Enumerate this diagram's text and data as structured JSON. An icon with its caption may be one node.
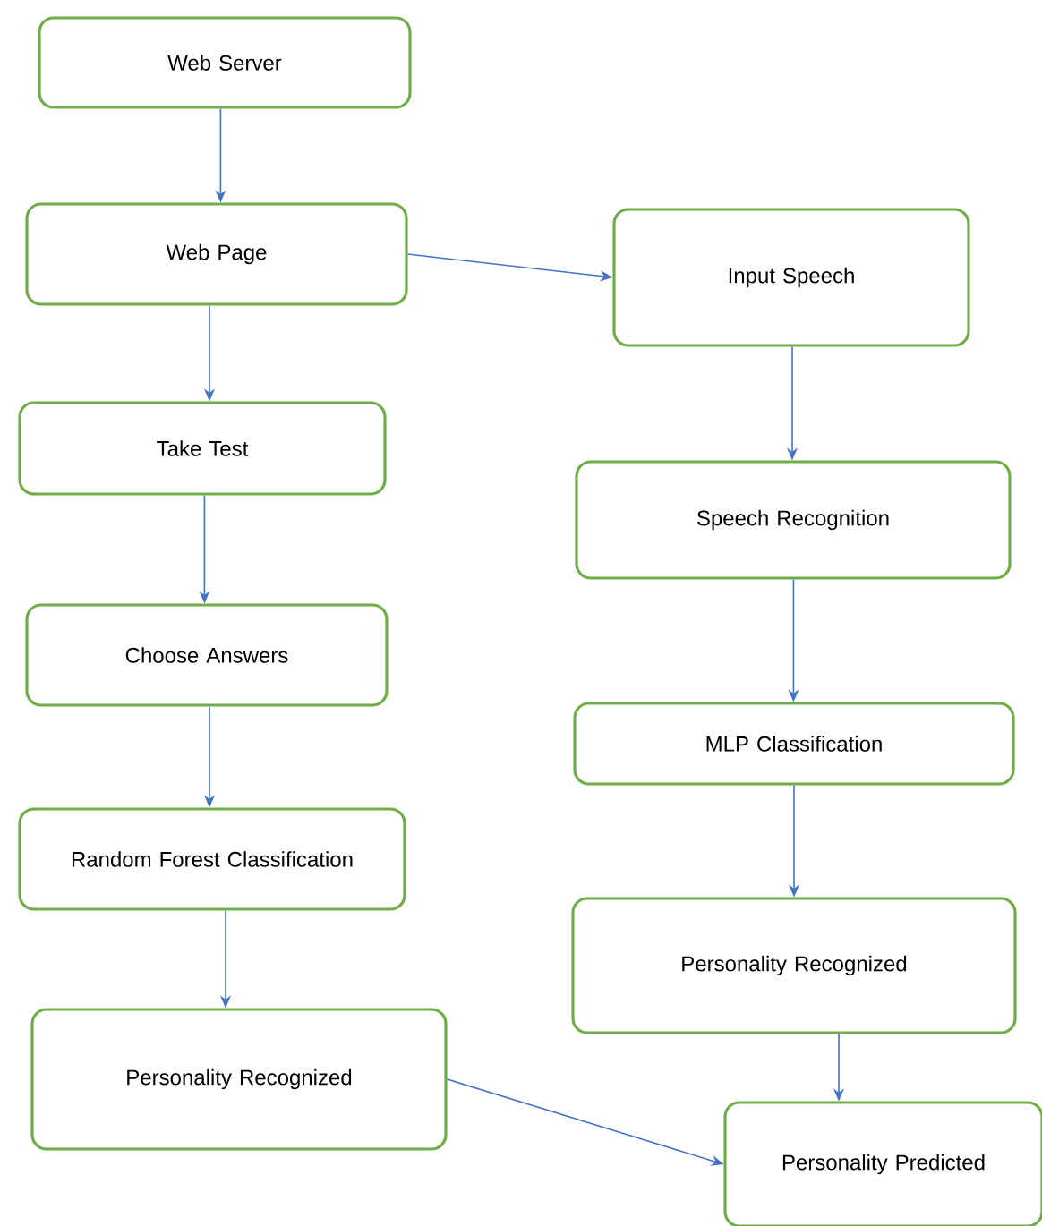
{
  "diagram": {
    "nodes": [
      {
        "text": [
          "Web Server"
        ]
      },
      {
        "text": [
          "Web Page"
        ]
      },
      {
        "text": [
          "Input Speech"
        ]
      },
      {
        "text": [
          "Take Test"
        ]
      },
      {
        "text": [
          "Speech Recognition"
        ]
      },
      {
        "text": [
          "Choose Answers"
        ]
      },
      {
        "text": [
          "MLP Classification"
        ]
      },
      {
        "text": [
          "Random Forest Classification"
        ]
      },
      {
        "text": [
          "Personality Recognized"
        ]
      },
      {
        "text": [
          "Personality Recognized"
        ]
      },
      {
        "text": [
          "Personality Predicted"
        ]
      }
    ],
    "edges": [
      {
        "from": 0,
        "to": 1,
        "arrow": "to"
      },
      {
        "from": 1,
        "to": 2,
        "arrow": "to"
      },
      {
        "from": 1,
        "to": 3,
        "arrow": "to"
      },
      {
        "from": 2,
        "to": 4,
        "arrow": "to"
      },
      {
        "from": 3,
        "to": 5,
        "arrow": "to"
      },
      {
        "from": 4,
        "to": 6,
        "arrow": "to"
      },
      {
        "from": 5,
        "to": 7,
        "arrow": "to"
      },
      {
        "from": 6,
        "to": 8,
        "arrow": "to"
      },
      {
        "from": 7,
        "to": 9,
        "arrow": "to"
      },
      {
        "from": 8,
        "to": 10,
        "arrow": "to"
      },
      {
        "from": 9,
        "to": 10,
        "arrow": "to"
      }
    ]
  }
}
